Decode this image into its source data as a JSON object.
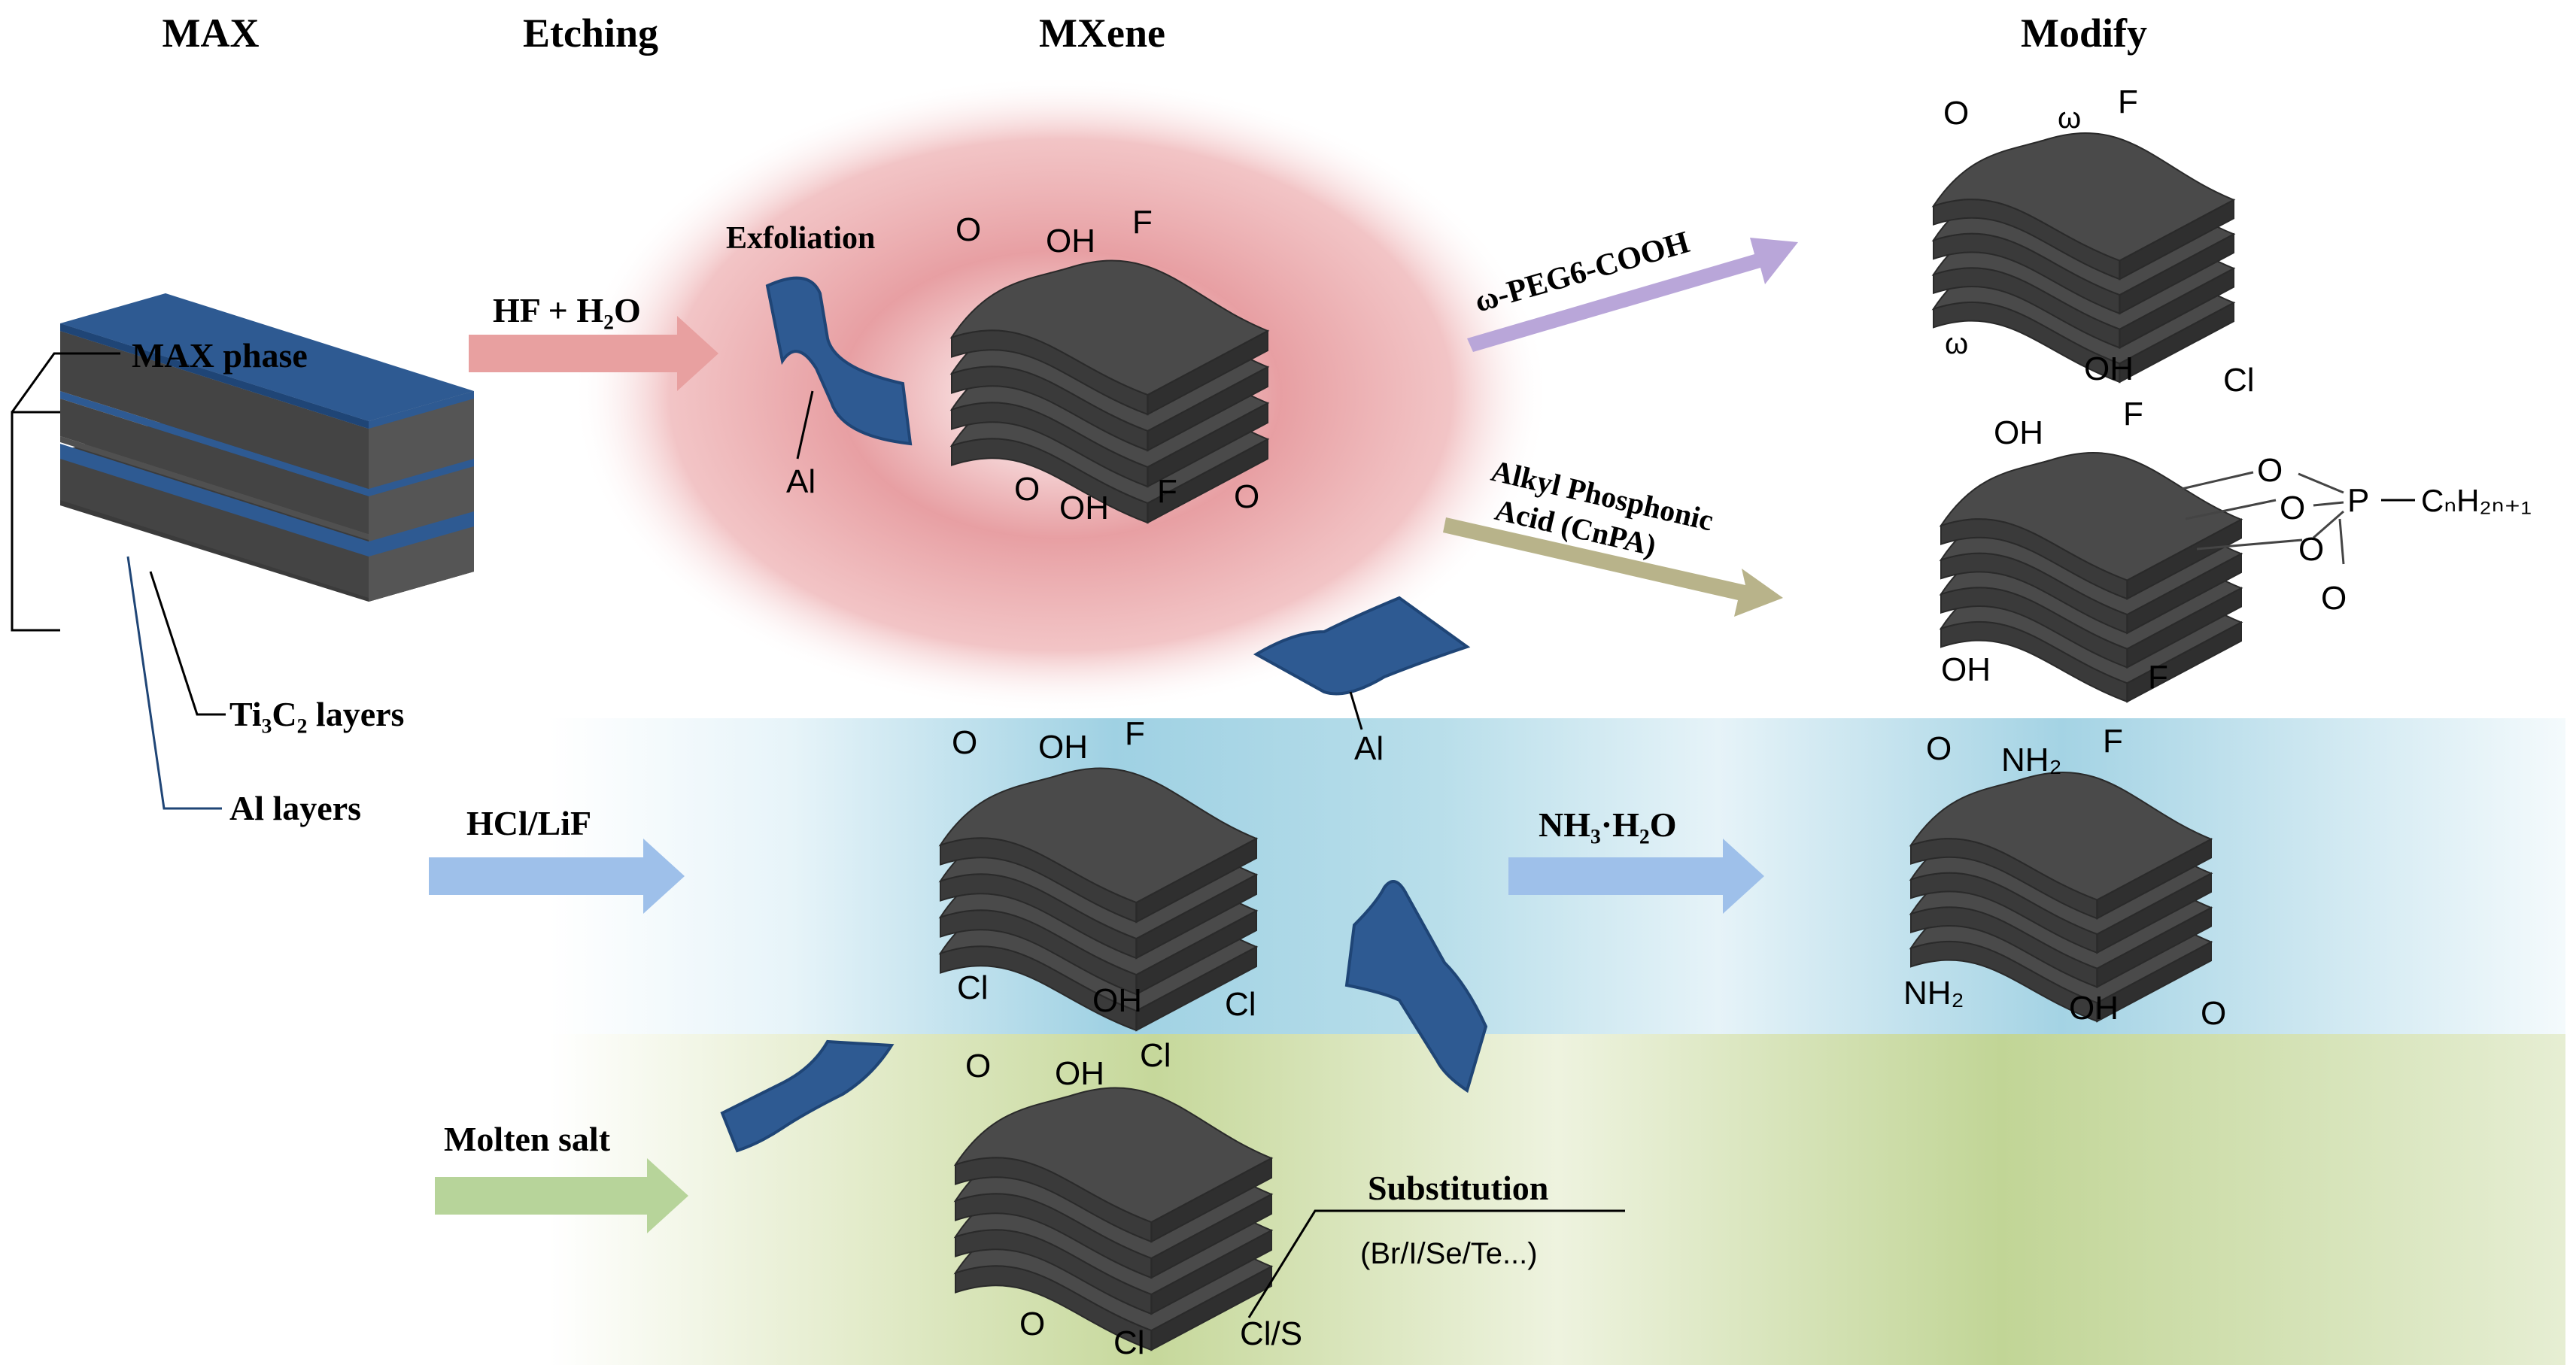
{
  "headers": {
    "max": "MAX",
    "etching": "Etching",
    "mxene": "MXene",
    "modify": "Modify"
  },
  "max_phase": {
    "label": "MAX phase",
    "ti3c2_label": "Ti₃C₂ layers",
    "al_label": "Al layers"
  },
  "routes": {
    "hf": {
      "reagent": "HF + H₂O",
      "exfoliation": "Exfoliation",
      "al_label": "Al",
      "mxene_top": [
        "O",
        "OH",
        "F"
      ],
      "mxene_bottom": [
        "O",
        "OH",
        "F",
        "O"
      ]
    },
    "hcl": {
      "reagent": "HCl/LiF",
      "al_label": "Al",
      "mxene_top": [
        "O",
        "OH",
        "F"
      ],
      "mxene_bottom": [
        "Cl",
        "OH",
        "Cl"
      ]
    },
    "molten": {
      "reagent": "Molten salt",
      "mxene_top": [
        "O",
        "OH",
        "Cl"
      ],
      "mxene_bottom": [
        "O",
        "Cl",
        "Cl/S"
      ],
      "substitution_title": "Substitution",
      "substitution_elements": "(Br/I/Se/Te...)"
    }
  },
  "modifications": {
    "peg": {
      "reagent": "ω-PEG6-COOH",
      "top": [
        "O",
        "ω",
        "F"
      ],
      "bottom": [
        "ω",
        "OH",
        "Cl"
      ]
    },
    "cnpa": {
      "reagent_line1": "Alkyl Phosphonic",
      "reagent_line2": "Acid (CnPA)",
      "top": [
        "OH",
        "F"
      ],
      "bottom": [
        "OH",
        "F"
      ],
      "phosphonate": {
        "o1": "O",
        "o2": "O",
        "o3": "O",
        "o4": "O",
        "p": "P",
        "chain": "CₙH₂ₙ₊₁"
      }
    },
    "ammonia": {
      "reagent": "NH₃·H₂O",
      "top": [
        "O",
        "NH₂",
        "F"
      ],
      "bottom": [
        "NH₂",
        "OH",
        "O"
      ]
    }
  },
  "colors": {
    "sheet_dark": "#4a4a4a",
    "al_blue": "#2e5a92",
    "hf_bg": "#e8969a",
    "hcl_bg": "#8ccbe0",
    "molten_bg": "#c9d9a0",
    "hf_arrow": "#e8a0a0",
    "hcl_arrow": "#9ec0ea",
    "molten_arrow": "#b7d49a",
    "peg_arrow": "#b9a6d9",
    "cnpa_arrow": "#b8b38a",
    "ammonia_arrow": "#9ec0ea"
  }
}
